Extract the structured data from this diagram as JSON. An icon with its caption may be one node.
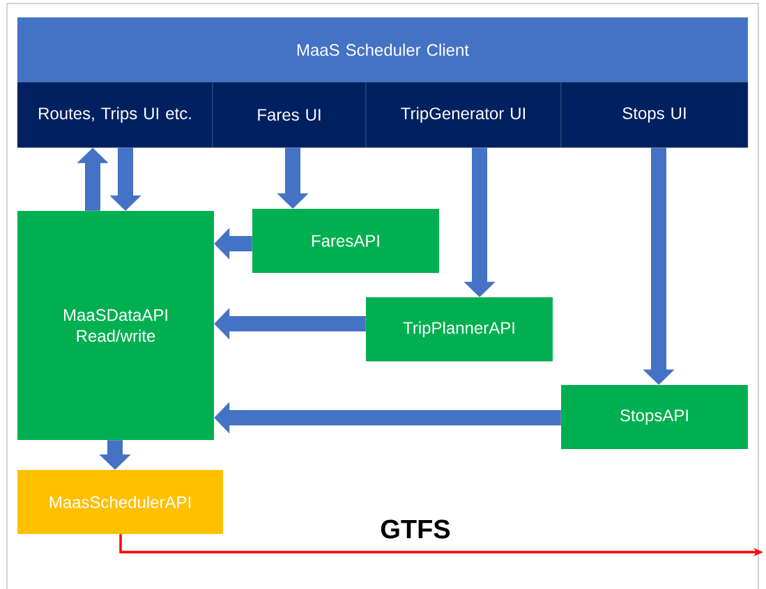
{
  "diagram": {
    "nodes": [
      {
        "text": [
          "MaaS Scheduler Client"
        ]
      },
      {
        "text": [
          "Routes, Trips UI etc."
        ]
      },
      {
        "text": [
          "Fares UI"
        ]
      },
      {
        "text": [
          "TripGenerator UI"
        ]
      },
      {
        "text": [
          "Stops UI"
        ]
      },
      {
        "text": [
          "MaaSDataAPI Read/write"
        ]
      },
      {
        "text": [
          "FaresAPI"
        ]
      },
      {
        "text": [
          "TripPlannerAPI"
        ]
      },
      {
        "text": [
          "StopsAPI"
        ]
      },
      {
        "text": [
          "MaasSchedulerAPI"
        ]
      }
    ],
    "edges": [
      {
        "from": 5,
        "to": 1,
        "arrow": "to"
      },
      {
        "from": 1,
        "to": 5,
        "arrow": "to"
      },
      {
        "from": 2,
        "to": 6,
        "arrow": "to"
      },
      {
        "from": 3,
        "to": 7,
        "arrow": "to"
      },
      {
        "from": 4,
        "to": 8,
        "arrow": "to"
      },
      {
        "from": 6,
        "to": 5,
        "arrow": "to"
      },
      {
        "from": 7,
        "to": 5,
        "arrow": "to"
      },
      {
        "from": 8,
        "to": 5,
        "arrow": "to"
      },
      {
        "from": 5,
        "to": 9,
        "arrow": "to"
      },
      {
        "from": 9,
        "to": null,
        "arrow": "to",
        "label": "GTFS",
        "color": "#ff0000"
      }
    ]
  }
}
